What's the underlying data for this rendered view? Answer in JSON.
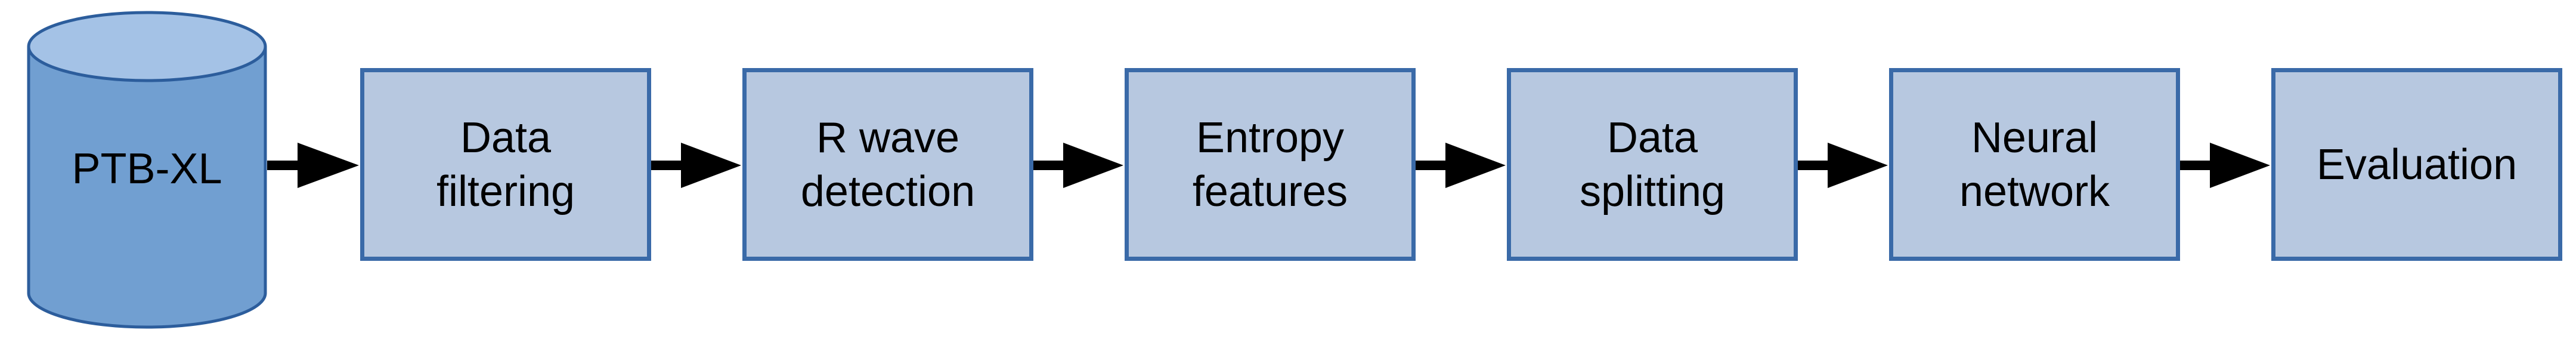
{
  "diagram": {
    "type": "flowchart-pipeline",
    "orientation": "left-to-right"
  },
  "nodes": [
    {
      "id": "ptbxl",
      "type": "database",
      "label": "PTB-XL"
    },
    {
      "id": "data-filtering",
      "type": "process",
      "label": "Data\nfiltering"
    },
    {
      "id": "r-wave-detection",
      "type": "process",
      "label": "R wave\ndetection"
    },
    {
      "id": "entropy-features",
      "type": "process",
      "label": "Entropy\nfeatures"
    },
    {
      "id": "data-splitting",
      "type": "process",
      "label": "Data\nsplitting"
    },
    {
      "id": "neural-network",
      "type": "process",
      "label": "Neural\nnetwork"
    },
    {
      "id": "evaluation",
      "type": "process",
      "label": "Evaluation"
    }
  ],
  "edges": [
    {
      "from": "ptbxl",
      "to": "data-filtering"
    },
    {
      "from": "data-filtering",
      "to": "r-wave-detection"
    },
    {
      "from": "r-wave-detection",
      "to": "entropy-features"
    },
    {
      "from": "entropy-features",
      "to": "data-splitting"
    },
    {
      "from": "data-splitting",
      "to": "neural-network"
    },
    {
      "from": "neural-network",
      "to": "evaluation"
    }
  ],
  "colors": {
    "background": "#ffffff",
    "box_fill": "#b7c8e0",
    "box_border": "#3a6aa8",
    "cylinder_fill": "#719fd1",
    "cylinder_top_fill": "#a4c2e6",
    "cylinder_border": "#2c5d9c",
    "arrow": "#000000",
    "text": "#000000"
  }
}
